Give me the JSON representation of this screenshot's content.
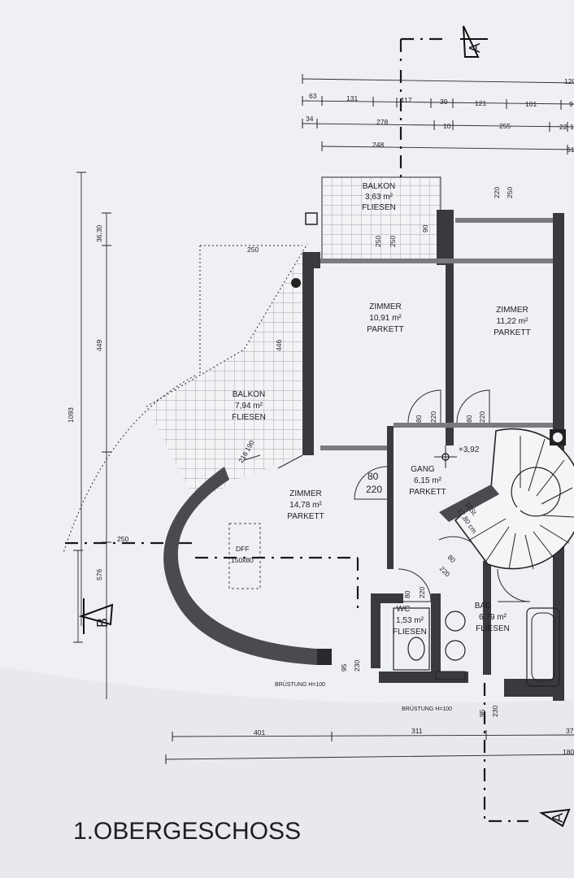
{
  "title": "1.OBERGESCHOSS",
  "section_markers": {
    "a": "A",
    "b": "B"
  },
  "top_dims": {
    "row1": [
      "120"
    ],
    "row2": [
      "63",
      "131",
      "117",
      "39",
      "121",
      "101",
      "9"
    ],
    "row3": [
      "34",
      "278",
      "10",
      "255",
      "22",
      "1"
    ],
    "row4": [
      "248",
      "61"
    ]
  },
  "left_dims": [
    "1093",
    "449",
    "36,30",
    "576"
  ],
  "bottom_dims": {
    "row1": [
      "401",
      "311",
      "37"
    ],
    "row2": [
      "180"
    ]
  },
  "rooms": [
    {
      "name": "BALKON",
      "area": "3,63 m²",
      "floor": "FLIESEN"
    },
    {
      "name": "ZIMMER",
      "area": "10,91 m²",
      "floor": "PARKETT"
    },
    {
      "name": "ZIMMER",
      "area": "11,22 m²",
      "floor": "PARKETT"
    },
    {
      "name": "BALKON",
      "area": "7,94 m²",
      "floor": "FLIESEN"
    },
    {
      "name": "GANG",
      "area": "6,15 m²",
      "floor": "PARKETT"
    },
    {
      "name": "ZIMMER",
      "area": "14,78 m²",
      "floor": "PARKETT"
    },
    {
      "name": "WC",
      "area": "1,53 m²",
      "floor": "FLIESEN"
    },
    {
      "name": "BAD",
      "area": "6,79 m²",
      "floor": "FLIESEN"
    }
  ],
  "inner_dims": {
    "balcony_top_door_w": "250",
    "balcony_top_door_h": "250",
    "balcony_top_side": "90",
    "room2_door_w": "220",
    "room2_door_h": "250",
    "balcony_left_top": "250",
    "balcony_left_side": "446",
    "left_balcony_door_w": "190",
    "left_balcony_door_h": "216",
    "door1_w": "80",
    "door1_h": "220",
    "door2_w": "80",
    "door2_h": "220",
    "gang_door_w": "80",
    "gang_door_h": "220",
    "wc_door_w": "80",
    "wc_door_h": "220",
    "bad_door_w": "80",
    "bad_door_h": "220",
    "curve_left": "250",
    "sill1_w": "95",
    "sill1_h": "230",
    "sill2_w": "95",
    "sill2_h": "230"
  },
  "level": "+3,92",
  "dff": {
    "label": "DFF",
    "size": "150x80"
  },
  "stair": {
    "line1": "11St.",
    "line2": "17,80 cm"
  },
  "parapet1": "BRÜSTUNG H=100",
  "parapet2": "BRÜSTUNG H=100"
}
